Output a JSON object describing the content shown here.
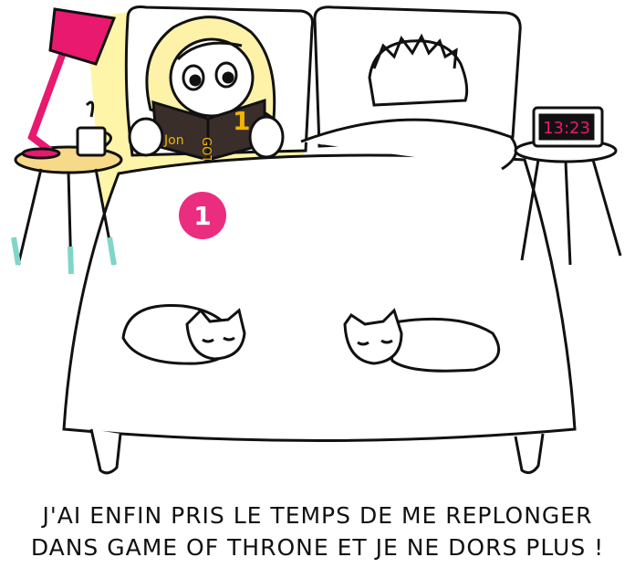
{
  "panel": {
    "number": "1",
    "caption_line1": "J'AI ENFIN PRIS LE TEMPS DE ME REPLONGER",
    "caption_line2": "DANS GAME OF THRONE ET JE NE DORS PLUS !"
  },
  "book": {
    "cover_left_text": "Jon",
    "spine_text": "GOT",
    "cover_right_text": "1"
  },
  "clock": {
    "time": "13:23"
  },
  "colors": {
    "lamp": "#e8196e",
    "lamp_light": "#fff4a0",
    "clock_digits": "#e8196e",
    "number_badge": "#ea2d7f",
    "book_cover": "#3a2e2a",
    "book_text": "#f2b400",
    "table_top": "#f7d98a",
    "table_leg_tip": "#7fd6c8"
  },
  "icons": {
    "lamp": "desk-lamp-icon",
    "mug": "coffee-mug-icon",
    "clock": "alarm-clock-icon"
  }
}
